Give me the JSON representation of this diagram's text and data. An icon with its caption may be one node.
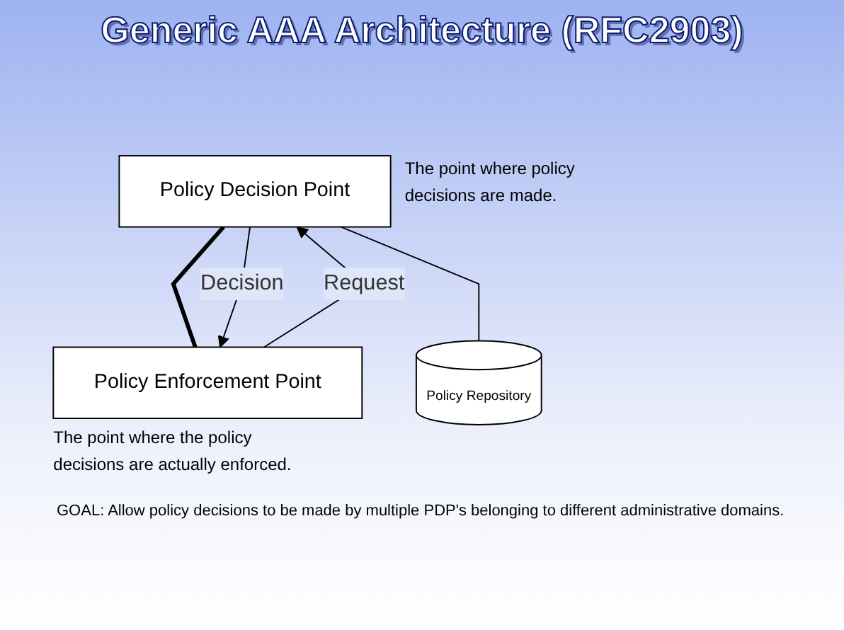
{
  "diagram": {
    "title": "Generic AAA Architecture (RFC2903)",
    "nodes": [
      {
        "text": [
          "Policy Decision Point"
        ],
        "beside": [
          "The point where policy decisions are made."
        ]
      },
      {
        "text": [
          "Policy Repository"
        ]
      },
      {
        "text": [
          "Policy Enforcement Point"
        ],
        "beside": [
          "The point where the policy decisions are actually enforced."
        ]
      }
    ],
    "edges": [
      {
        "from": 2,
        "to": 0,
        "arrow": "to",
        "label": "Request"
      },
      {
        "from": 0,
        "to": 2,
        "arrow": "none",
        "style": "thick"
      },
      {
        "from": 0,
        "to": 2,
        "arrow": "to",
        "label": "Decision"
      },
      {
        "from": 0,
        "to": 1,
        "arrow": "none"
      }
    ],
    "labels": [
      "GOAL: Allow policy decisions to be made by multiple PDP's belonging to different administrative domains."
    ]
  }
}
